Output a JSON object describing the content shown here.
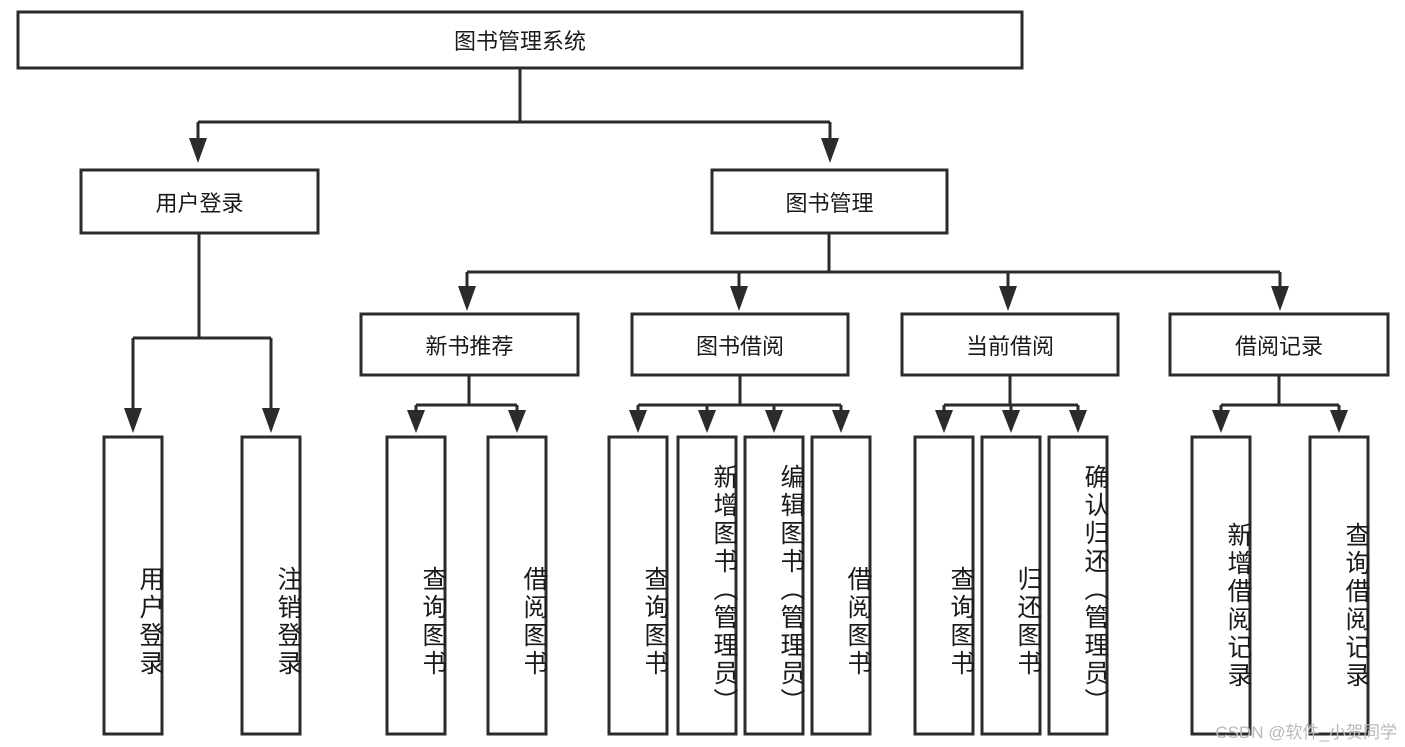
{
  "diagram": {
    "title": "图书管理系统",
    "watermark": "CSDN @软件_小贺同学",
    "level1": [
      {
        "id": "user-login",
        "label": "用户登录"
      },
      {
        "id": "book-manage",
        "label": "图书管理"
      }
    ],
    "level2": [
      {
        "id": "new-book-recommend",
        "label": "新书推荐"
      },
      {
        "id": "book-borrow",
        "label": "图书借阅"
      },
      {
        "id": "current-borrow",
        "label": "当前借阅"
      },
      {
        "id": "borrow-record",
        "label": "借阅记录"
      }
    ],
    "leaves": {
      "user_login": [
        {
          "id": "leaf-user-login",
          "label": "用户登录"
        },
        {
          "id": "leaf-logout-login",
          "label": "注销登录"
        }
      ],
      "new_book_recommend": [
        {
          "id": "leaf-query-book-1",
          "label": "查询图书"
        },
        {
          "id": "leaf-borrow-book-1",
          "label": "借阅图书"
        }
      ],
      "book_borrow": [
        {
          "id": "leaf-query-book-2",
          "label": "查询图书"
        },
        {
          "id": "leaf-add-book",
          "label": "新增图书（管理员）"
        },
        {
          "id": "leaf-edit-book",
          "label": "编辑图书（管理员）"
        },
        {
          "id": "leaf-borrow-book-2",
          "label": "借阅图书"
        }
      ],
      "current_borrow": [
        {
          "id": "leaf-query-book-3",
          "label": "查询图书"
        },
        {
          "id": "leaf-return-book",
          "label": "归还图书"
        },
        {
          "id": "leaf-confirm-return",
          "label": "确认归还（管理员）"
        }
      ],
      "borrow_record": [
        {
          "id": "leaf-add-record",
          "label": "新增借阅记录"
        },
        {
          "id": "leaf-query-record",
          "label": "查询借阅记录"
        }
      ]
    },
    "colors": {
      "stroke": "#2b2b2b",
      "fill": "#ffffff",
      "text": "#1a1a1a",
      "watermark": "#b9b9b9"
    }
  }
}
